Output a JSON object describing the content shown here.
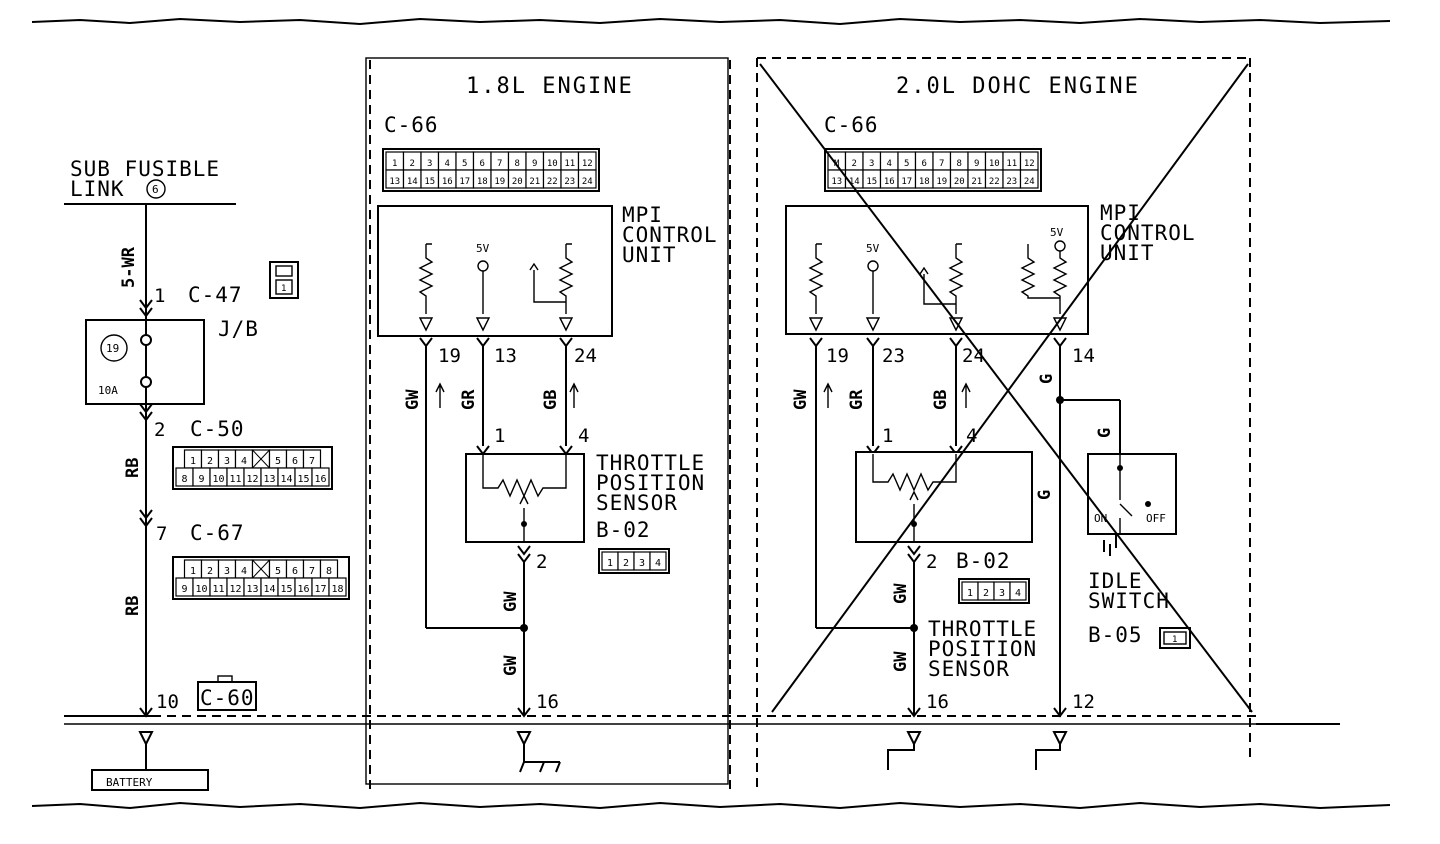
{
  "fuse": {
    "title_line1": "SUB FUSIBLE",
    "title_line2": "LINK",
    "link_number": "6",
    "wire_5wr": "5-WR"
  },
  "junction_block": {
    "pin_in": "1",
    "connector_in": "C-47",
    "label": "J/B",
    "fuse_number": "19",
    "fuse_rating": "10A",
    "pin_out": "2",
    "connector_out": "C-50",
    "c47_icon_pin": "1"
  },
  "wire_rb": "RB",
  "connector_c67": {
    "pin": "7",
    "label": "C-67"
  },
  "connector_c60": {
    "pin": "10",
    "label": "C-60"
  },
  "battery_label": "BATTERY",
  "c50_pins": {
    "top": [
      "1",
      "2",
      "3",
      "4",
      "",
      "5",
      "6",
      "7"
    ],
    "bottom": [
      "8",
      "9",
      "10",
      "11",
      "12",
      "13",
      "14",
      "15",
      "16"
    ]
  },
  "c67_pins": {
    "top": [
      "1",
      "2",
      "3",
      "4",
      "",
      "5",
      "6",
      "7",
      "8"
    ],
    "bottom": [
      "9",
      "10",
      "11",
      "12",
      "13",
      "14",
      "15",
      "16",
      "17",
      "18"
    ]
  },
  "c66_pins": {
    "top": [
      "1",
      "2",
      "3",
      "4",
      "5",
      "6",
      "7",
      "8",
      "9",
      "10",
      "11",
      "12"
    ],
    "bottom": [
      "13",
      "14",
      "15",
      "16",
      "17",
      "18",
      "19",
      "20",
      "21",
      "22",
      "23",
      "24"
    ],
    "top_alt": [
      "M",
      "2",
      "3",
      "4",
      "5",
      "6",
      "7",
      "8",
      "9",
      "10",
      "11",
      "12"
    ]
  },
  "section_18": {
    "title": "1.8L ENGINE",
    "connector": "C-66",
    "ecu_line1": "MPI",
    "ecu_line2": "CONTROL",
    "ecu_line3": "UNIT",
    "supply": "5V",
    "pins": [
      "19",
      "13",
      "24"
    ],
    "wires": [
      "GW",
      "GR",
      "GB"
    ],
    "sensor_pins": [
      "1",
      "4",
      "2"
    ],
    "sensor_line1": "THROTTLE",
    "sensor_line2": "POSITION",
    "sensor_line3": "SENSOR",
    "sensor_connector": "B-02",
    "sensor_connector_pins": [
      "1",
      "2",
      "3",
      "4"
    ],
    "ground_pin": "16",
    "wire_gw": "GW"
  },
  "section_20": {
    "title": "2.0L DOHC ENGINE",
    "connector": "C-66",
    "ecu_line1": "MPI",
    "ecu_line2": "CONTROL",
    "ecu_line3": "UNIT",
    "supply": "5V",
    "supply2": "5V",
    "pins": [
      "19",
      "23",
      "24",
      "14"
    ],
    "wires": [
      "GW",
      "GR",
      "GB",
      "G"
    ],
    "sensor_pins": [
      "1",
      "4",
      "2"
    ],
    "sensor_connector": "B-02",
    "sensor_connector_pins": [
      "1",
      "2",
      "3",
      "4"
    ],
    "sensor_wire": "G",
    "sensor_line1": "THROTTLE",
    "sensor_line2": "POSITION",
    "sensor_line3": "SENSOR",
    "switch_wire": "G",
    "switch_on": "ON",
    "switch_off": "OFF",
    "switch_line1": "IDLE",
    "switch_line2": "SWITCH",
    "switch_connector": "B-05",
    "switch_connector_pin": "1",
    "ground_pin": "16",
    "ground_pin2": "12",
    "wire_gw": "GW"
  }
}
